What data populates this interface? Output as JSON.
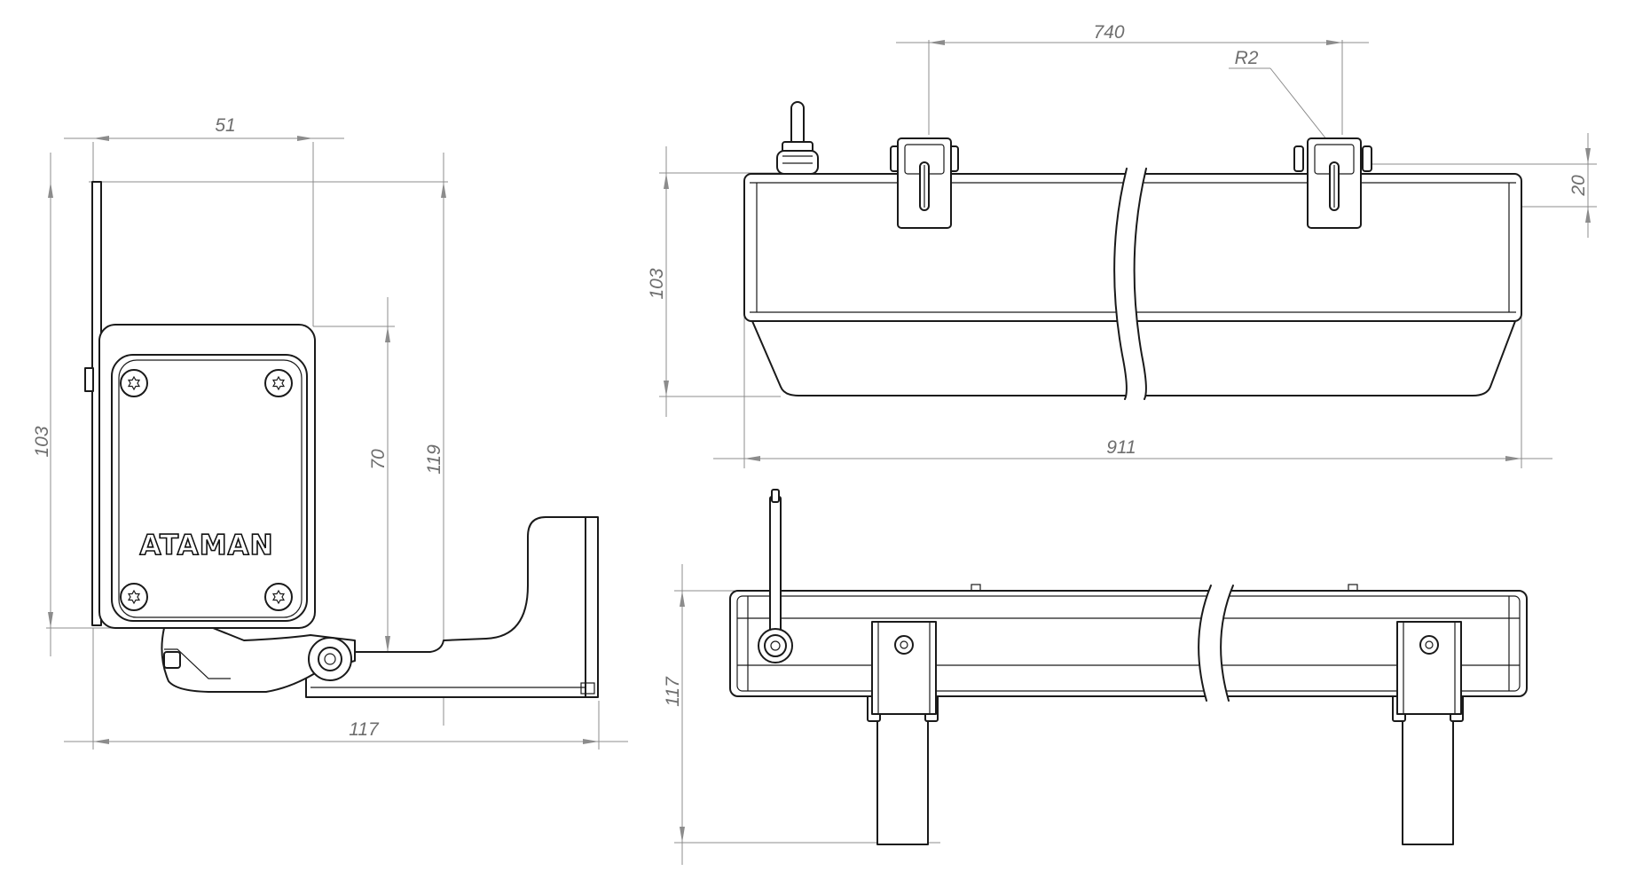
{
  "brand": {
    "logo_text": "ATAMAN"
  },
  "side_view": {
    "dimensions": {
      "width_top": "51",
      "height_left": "103",
      "height_mid": "70",
      "height_right": "119",
      "width_bottom": "117"
    }
  },
  "front_view": {
    "dimensions": {
      "bracket_spacing": "740",
      "radius": "R2",
      "slot": "20",
      "height": "103",
      "length": "911"
    }
  },
  "top_view": {
    "dimensions": {
      "depth": "117"
    }
  },
  "colors": {
    "line": "#1a1a1a",
    "dimension_line": "#8c8c8c",
    "dimension_text": "#6e6e6e"
  }
}
